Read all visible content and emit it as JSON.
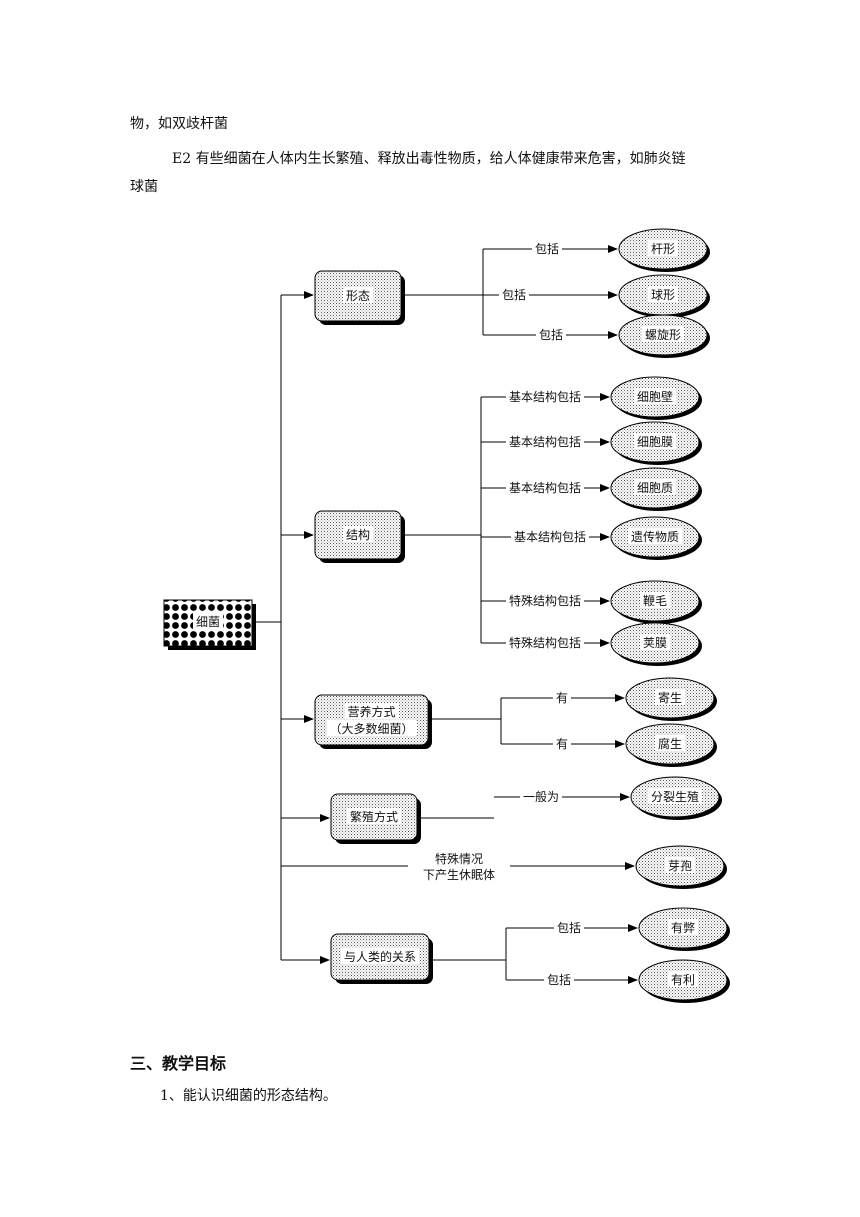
{
  "paragraphs": {
    "p1": "物，如双歧杆菌",
    "p2": "E2 有些细菌在人体内生长繁殖、释放出毒性物质，给人体健康带来危害，如肺炎链",
    "p3": "球菌"
  },
  "diagram": {
    "root": "细菌",
    "branches": [
      {
        "id": "shape",
        "label": [
          "形态"
        ],
        "children": [
          {
            "edge": "包括",
            "leaf": "杆形"
          },
          {
            "edge": "包括",
            "leaf": "球形"
          },
          {
            "edge": "包括",
            "leaf": "螺旋形"
          }
        ]
      },
      {
        "id": "structure",
        "label": [
          "结构"
        ],
        "children": [
          {
            "edge": "基本结构包括",
            "leaf": "细胞壁"
          },
          {
            "edge": "基本结构包括",
            "leaf": "细胞膜"
          },
          {
            "edge": "基本结构包括",
            "leaf": "细胞质"
          },
          {
            "edge": "基本结构包括",
            "leaf": "遗传物质"
          },
          {
            "edge": "特殊结构包括",
            "leaf": "鞭毛"
          },
          {
            "edge": "特殊结构包括",
            "leaf": "荚膜"
          }
        ]
      },
      {
        "id": "nutrition",
        "label": [
          "营养方式",
          "（大多数细菌）"
        ],
        "children": [
          {
            "edge": "有",
            "leaf": "寄生"
          },
          {
            "edge": "有",
            "leaf": "腐生"
          }
        ]
      },
      {
        "id": "reproduction",
        "label": [
          "繁殖方式"
        ],
        "children": [
          {
            "edge": "一般为",
            "leaf": "分裂生殖"
          }
        ]
      },
      {
        "id": "special",
        "label": [],
        "children": [
          {
            "edge": "特殊情况|下产生休眠体",
            "leaf": "芽孢"
          }
        ]
      },
      {
        "id": "human",
        "label": [
          "与人类的关系"
        ],
        "children": [
          {
            "edge": "包括",
            "leaf": "有弊"
          },
          {
            "edge": "包括",
            "leaf": "有利"
          }
        ]
      }
    ]
  },
  "section": {
    "heading": "三、教学目标",
    "item1": "1、能认识细菌的形态结构。"
  }
}
